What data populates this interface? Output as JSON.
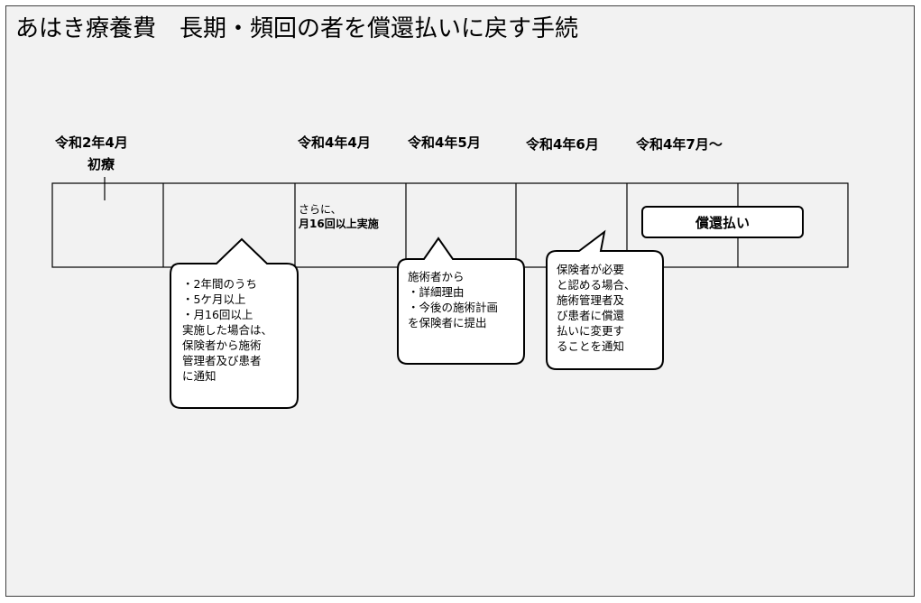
{
  "title": "あはき療養費　長期・頻回の者を償還払いに戻す手続",
  "timeline": {
    "dates": [
      "令和2年4月",
      "令和4年4月",
      "令和4年5月",
      "令和4年6月",
      "令和4年7月～"
    ],
    "first_visit": "初療",
    "cell_note_lines": [
      "さらに、",
      "月16回以上実施"
    ],
    "reimbursement_label": "償還払い"
  },
  "bubbles": [
    {
      "lines": [
        "・2年間のうち",
        "・5ケ月以上",
        "・月16回以上",
        "実施した場合は、",
        "保険者から施術",
        "管理者及び患者",
        "に通知"
      ]
    },
    {
      "lines": [
        "施術者から",
        "・詳細理由",
        "・今後の施術計画",
        "を保険者に提出"
      ]
    },
    {
      "lines": [
        "保険者が必要",
        "と認める場合、",
        "施術管理者及",
        "び患者に償還",
        "払いに変更す",
        "ることを通知"
      ]
    }
  ]
}
